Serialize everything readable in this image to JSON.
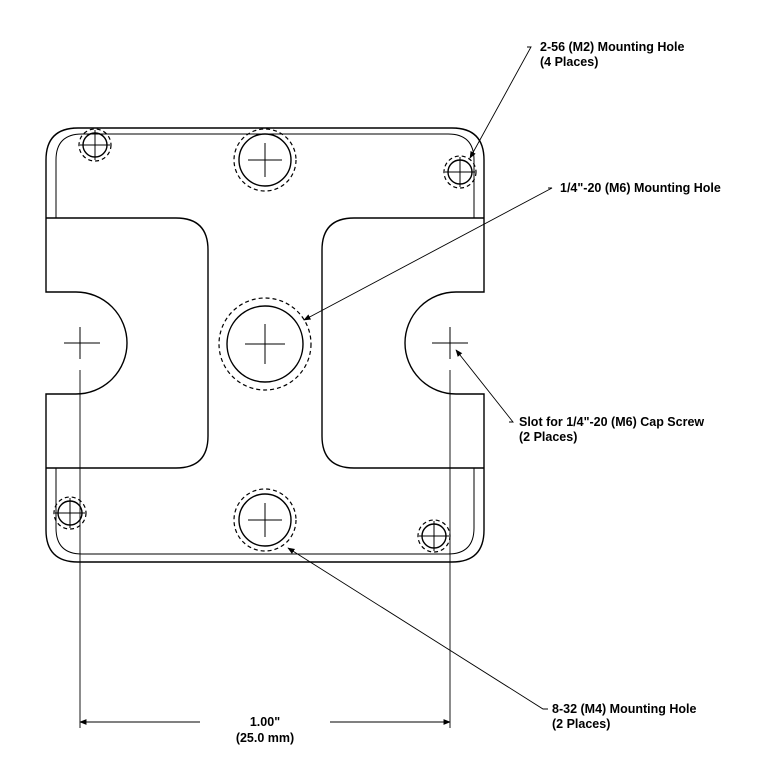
{
  "callouts": {
    "m2_hole": {
      "line1": "2-56 (M2) Mounting Hole",
      "line2": "(4 Places)"
    },
    "m6_hole": {
      "line1": "1/4\"-20 (M6) Mounting Hole"
    },
    "slot": {
      "line1": "Slot for 1/4\"-20 (M6) Cap Screw",
      "line2": "(2 Places)"
    },
    "m4_hole": {
      "line1": "8-32 (M4) Mounting Hole",
      "line2": "(2 Places)"
    }
  },
  "dimension": {
    "value": "1.00\"",
    "metric": "(25.0 mm)"
  }
}
